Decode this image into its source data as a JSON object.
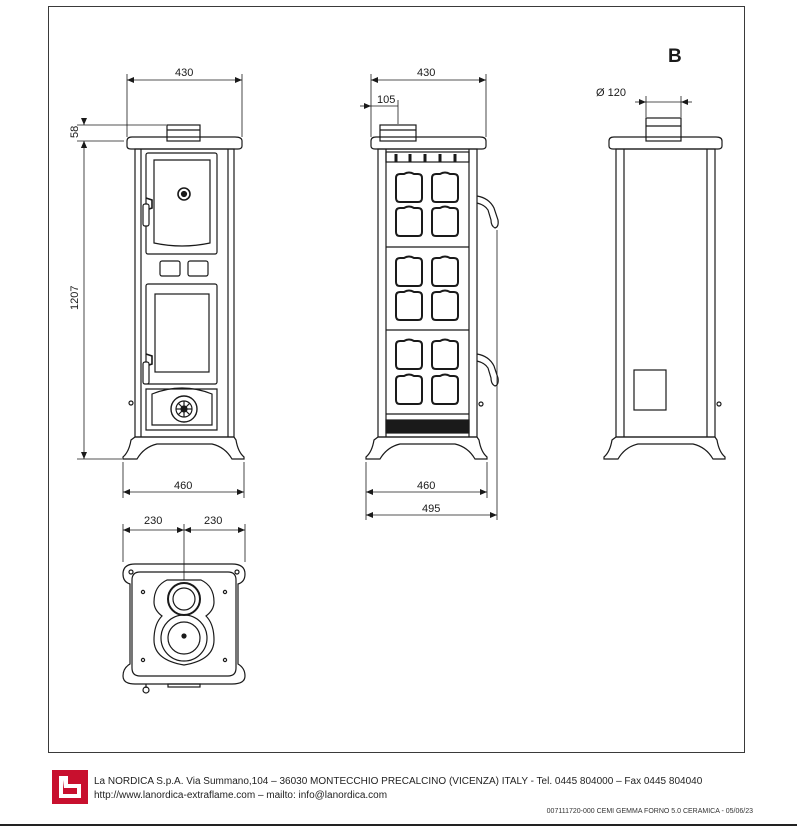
{
  "drawing": {
    "view_label": "B",
    "front_view": {
      "width_top": "430",
      "height_flue": "58",
      "height_total": "1207",
      "width_base": "460"
    },
    "side_view": {
      "width_top": "430",
      "flue_offset": "105",
      "width_base": "460",
      "depth_total": "495"
    },
    "back_view": {
      "flue_diameter": "Ø 120"
    },
    "top_view": {
      "half_left": "230",
      "half_right": "230"
    }
  },
  "footer": {
    "company": "La NORDICA S.p.A. Via Summano,104 – 36030 MONTECCHIO PRECALCINO (VICENZA) ITALY - Tel. 0445 804000 – Fax 0445 804040",
    "links": "http://www.lanordica-extraflame.com – mailto: info@lanordica.com",
    "doc_code": "007111720-000 CEMI GEMMA FORNO 5.0 CERAMICA - 05/06/23",
    "logo_color": "#c8102e"
  }
}
